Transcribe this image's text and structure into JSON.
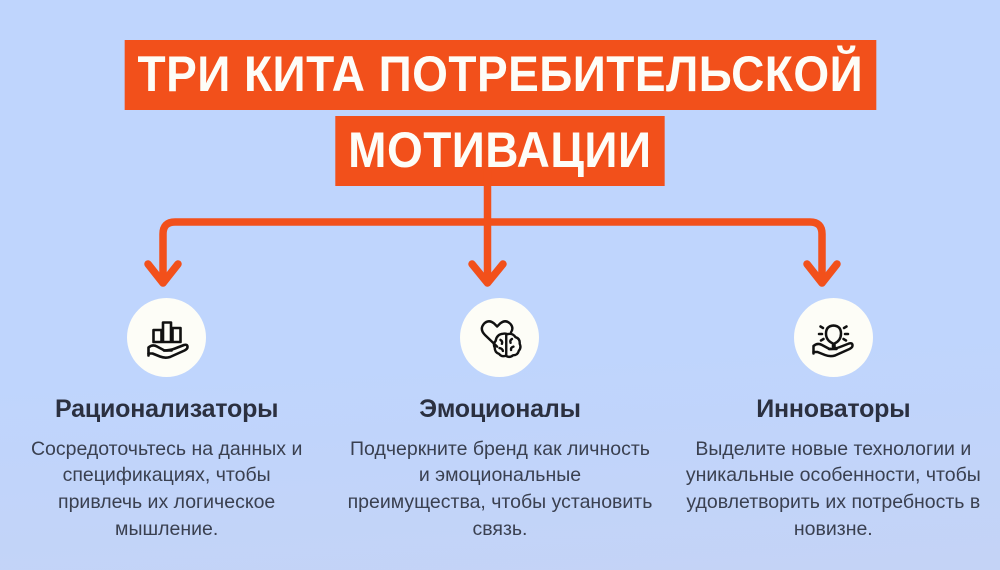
{
  "theme": {
    "background_color": "#bfd5fd",
    "accent_color": "#f2501b",
    "title_text_color": "#fdfdf8",
    "heading_color": "#2b3040",
    "body_color": "#3a4050",
    "circle_color": "#fdfdf7",
    "icon_stroke_color": "#111111"
  },
  "title": {
    "line1": "ТРИ КИТА ПОТРЕБИТЕЛЬСКОЙ",
    "line2": "МОТИВАЦИИ",
    "full": "ТРИ КИТА ПОТРЕБИТЕЛЬСКОЙ МОТИВАЦИИ"
  },
  "connector": {
    "type": "three-branch-down-arrows",
    "branch_count": 3,
    "color": "#f2501b"
  },
  "columns": [
    {
      "id": "rationalizers",
      "icon": "hand-holding-bar-chart-icon",
      "heading": "Рационализаторы",
      "body": "Сосредоточьтесь на данных и спецификациях, чтобы привлечь их логическое мышление."
    },
    {
      "id": "emotionals",
      "icon": "heart-and-brain-icon",
      "heading": "Эмоционалы",
      "body": "Подчеркните бренд как личность и эмоциональные преимущества, чтобы установить связь."
    },
    {
      "id": "innovators",
      "icon": "hand-holding-lightbulb-icon",
      "heading": "Инноваторы",
      "body": "Выделите новые технологии и уникальные особенности, чтобы удовлетворить их потребность в новизне."
    }
  ]
}
